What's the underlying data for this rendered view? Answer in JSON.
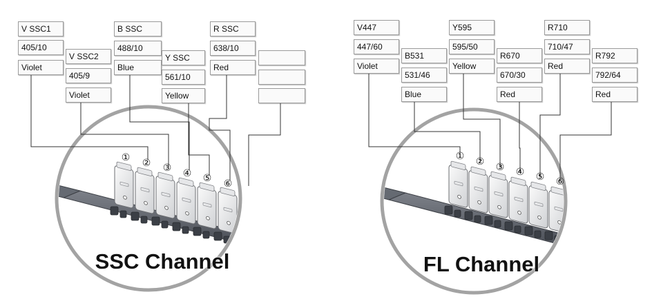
{
  "panels": [
    {
      "id": "ssc",
      "title": "SSC Channel",
      "columns": [
        {
          "labels": [
            "V SSC1",
            "405/10",
            "Violet"
          ]
        },
        {
          "labels": [
            "V SSC2",
            "405/9",
            "Violet"
          ]
        },
        {
          "labels": [
            "B SSC",
            "488/10",
            "Blue"
          ]
        },
        {
          "labels": [
            "Y SSC",
            "561/10",
            "Yellow"
          ]
        },
        {
          "labels": [
            "R SSC",
            "638/10",
            "Red"
          ]
        },
        {
          "labels": [
            "",
            "",
            ""
          ]
        }
      ],
      "markers": [
        "①",
        "②",
        "③",
        "④",
        "⑤",
        "⑥"
      ]
    },
    {
      "id": "fl",
      "title": "FL Channel",
      "columns": [
        {
          "labels": [
            "V447",
            "447/60",
            "Violet"
          ]
        },
        {
          "labels": [
            "B531",
            "531/46",
            "Blue"
          ]
        },
        {
          "labels": [
            "Y595",
            "595/50",
            "Yellow"
          ]
        },
        {
          "labels": [
            "R670",
            "670/30",
            "Red"
          ]
        },
        {
          "labels": [
            "R710",
            "710/47",
            "Red"
          ]
        },
        {
          "labels": [
            "R792",
            "792/64",
            "Red"
          ]
        }
      ],
      "markers": [
        "①",
        "②",
        "③",
        "④",
        "⑤",
        "⑥"
      ]
    }
  ]
}
